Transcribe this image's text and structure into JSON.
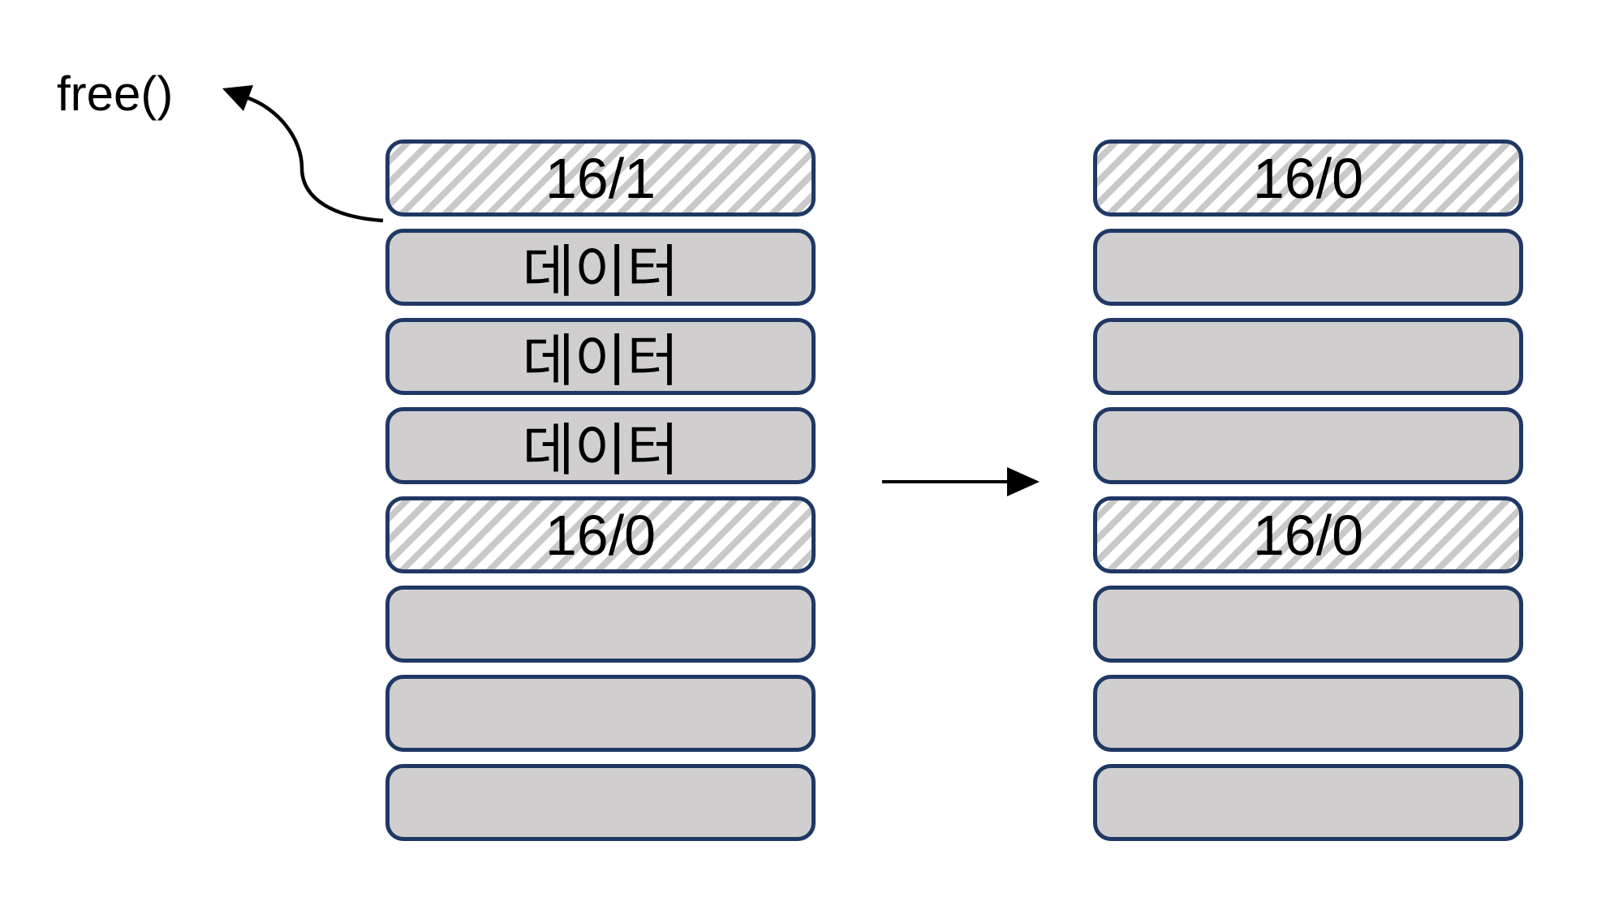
{
  "free_label": "free()",
  "left_column": {
    "blocks": [
      {
        "label": "16/1",
        "style": "hatched"
      },
      {
        "label": "데이터",
        "style": "filled"
      },
      {
        "label": "데이터",
        "style": "filled"
      },
      {
        "label": "데이터",
        "style": "filled"
      },
      {
        "label": "16/0",
        "style": "hatched"
      },
      {
        "label": "",
        "style": "filled"
      },
      {
        "label": "",
        "style": "filled"
      },
      {
        "label": "",
        "style": "filled"
      }
    ]
  },
  "right_column": {
    "blocks": [
      {
        "label": "16/0",
        "style": "hatched"
      },
      {
        "label": "",
        "style": "filled"
      },
      {
        "label": "",
        "style": "filled"
      },
      {
        "label": "",
        "style": "filled"
      },
      {
        "label": "16/0",
        "style": "hatched"
      },
      {
        "label": "",
        "style": "filled"
      },
      {
        "label": "",
        "style": "filled"
      },
      {
        "label": "",
        "style": "filled"
      }
    ]
  },
  "icons": {
    "free_arrow": "curved-arrow-up-left",
    "transition_arrow": "arrow-right"
  },
  "colors": {
    "background": "#ffffff",
    "block_border": "#1f3864",
    "block_fill": "#d0cece",
    "hatch_stripe": "#c9c9c9",
    "hatch_background": "#ffffff",
    "arrow": "#000000",
    "text": "#000000"
  }
}
